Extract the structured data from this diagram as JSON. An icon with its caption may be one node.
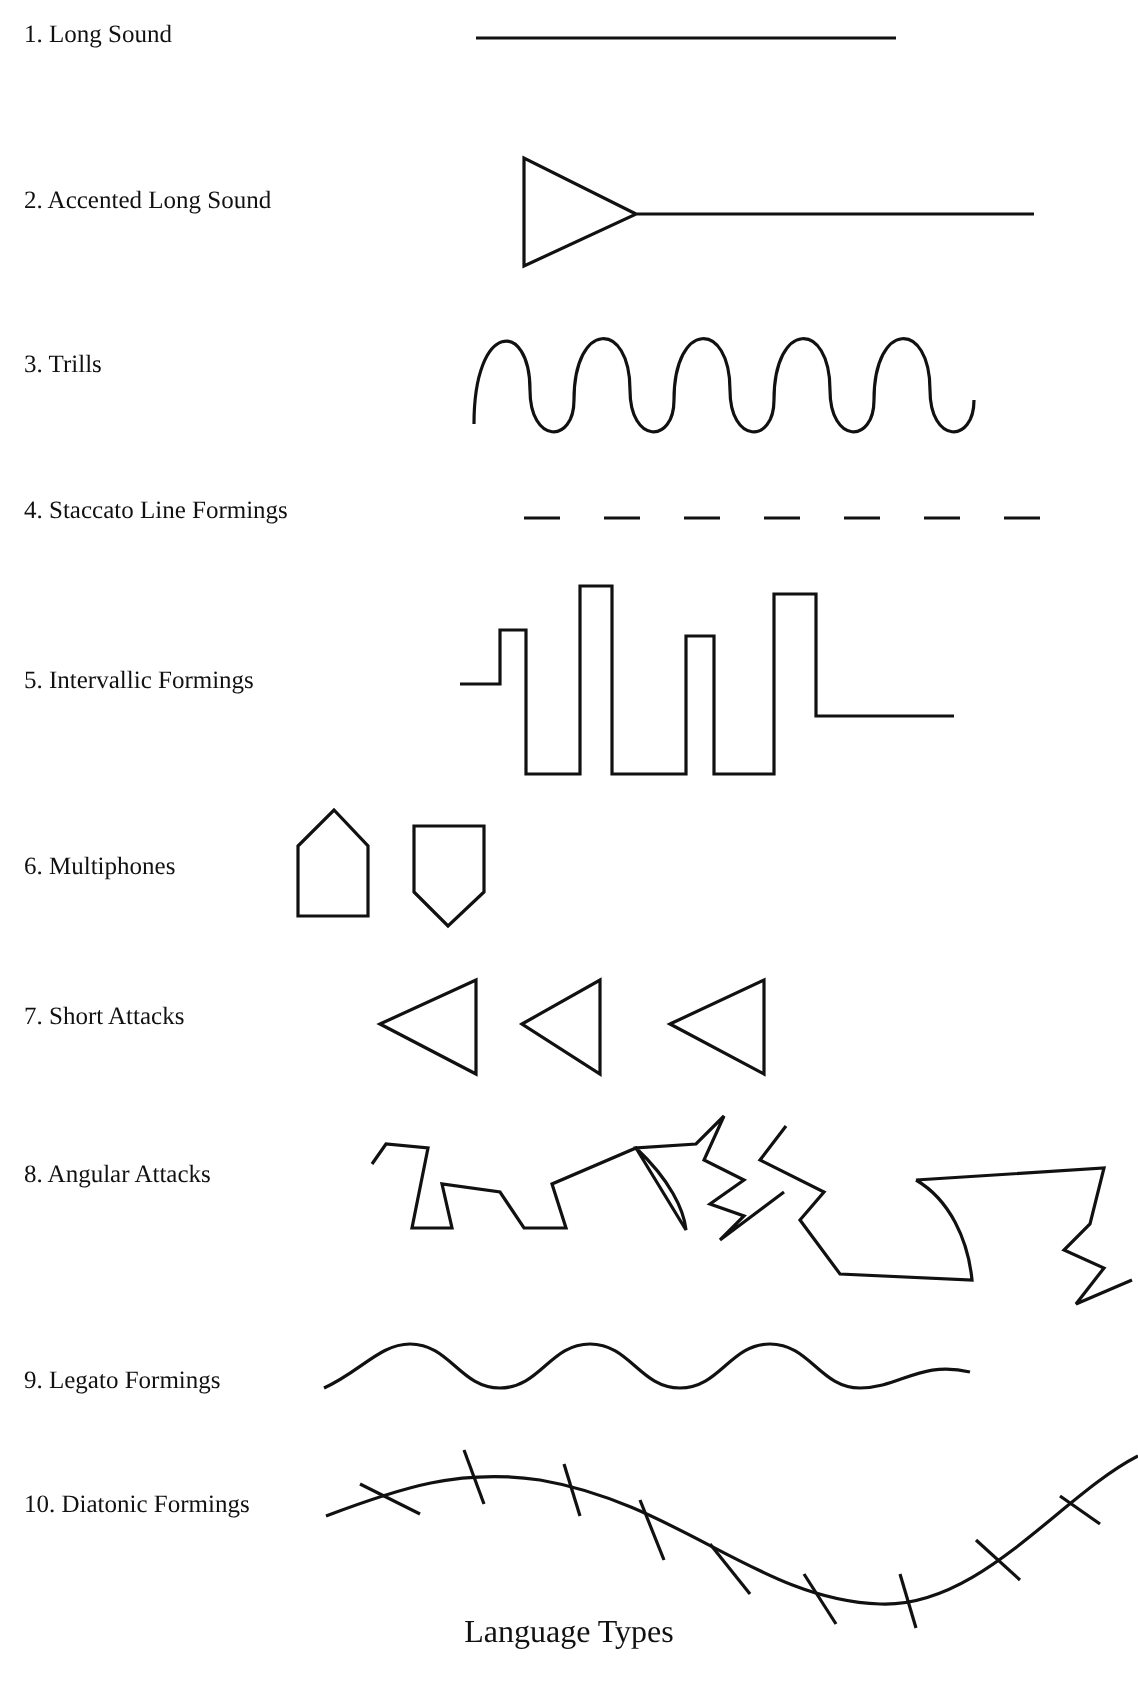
{
  "diagram": {
    "caption": "Language Types",
    "labels": [
      "1. Long Sound",
      "2. Accented Long Sound",
      "3. Trills",
      "4. Staccato Line Formings",
      "5. Intervallic Formings",
      "6. Multiphones",
      "7. Short Attacks",
      "8. Angular Attacks",
      "9. Legato Formings",
      "10. Diatonic Formings"
    ]
  }
}
